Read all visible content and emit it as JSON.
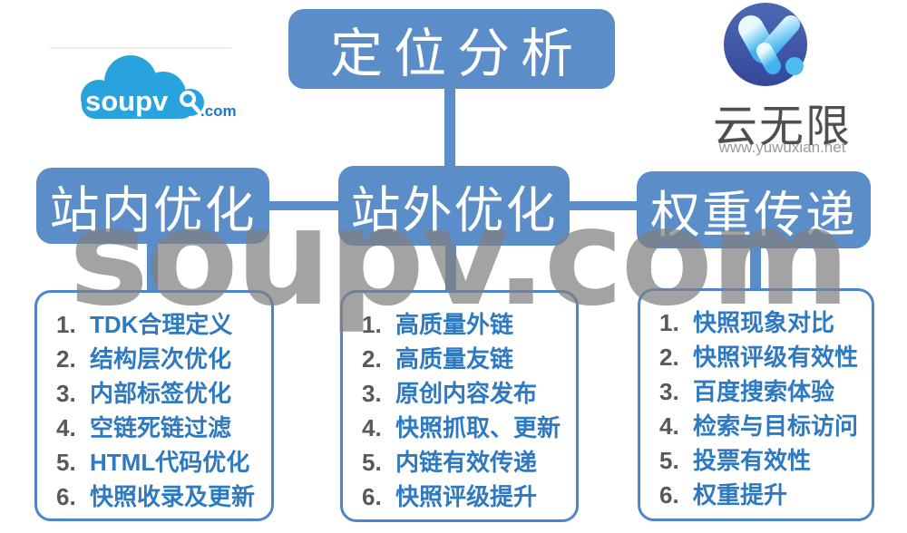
{
  "diagram": {
    "root_label": "定位分析",
    "watermark": "soupv.com",
    "branches": [
      {
        "label": "站内优化",
        "items": [
          {
            "num": "1.",
            "text": "TDK合理定义"
          },
          {
            "num": "2.",
            "text": "结构层次优化"
          },
          {
            "num": "3.",
            "text": "内部标签优化"
          },
          {
            "num": "4.",
            "text": "空链死链过滤"
          },
          {
            "num": "5.",
            "text": "HTML代码优化"
          },
          {
            "num": "6.",
            "text": "快照收录及更新"
          }
        ]
      },
      {
        "label": "站外优化",
        "items": [
          {
            "num": "1.",
            "text": "高质量外链"
          },
          {
            "num": "2.",
            "text": "高质量友链"
          },
          {
            "num": "3.",
            "text": "原创内容发布"
          },
          {
            "num": "4.",
            "text": "快照抓取、更新"
          },
          {
            "num": "5.",
            "text": "内链有效传递"
          },
          {
            "num": "6.",
            "text": "快照评级提升"
          }
        ]
      },
      {
        "label": "权重传递",
        "items": [
          {
            "num": "1.",
            "text": "快照现象对比"
          },
          {
            "num": "2.",
            "text": "快照评级有效性"
          },
          {
            "num": "3.",
            "text": "百度搜索体验"
          },
          {
            "num": "4.",
            "text": "检索与目标访问"
          },
          {
            "num": "5.",
            "text": "投票有效性"
          },
          {
            "num": "6.",
            "text": "权重提升"
          }
        ]
      }
    ]
  },
  "logos": {
    "soupv": {
      "text": "soupv",
      "tld": ".com"
    },
    "yunwuxian": {
      "title": "云无限",
      "url": "www.yuwuxian.net"
    }
  },
  "colors": {
    "node_blue": "#5B8DC9",
    "list_border_blue": "#4E86CC",
    "item_text_blue": "#2E79C0",
    "item_number_gray": "#595959",
    "watermark_gray": "#808080",
    "cloud_blue": "#29A3DD",
    "logo_circle_blue": "#3F53A0",
    "logo_liquid_blue": "#4FBCF1"
  }
}
